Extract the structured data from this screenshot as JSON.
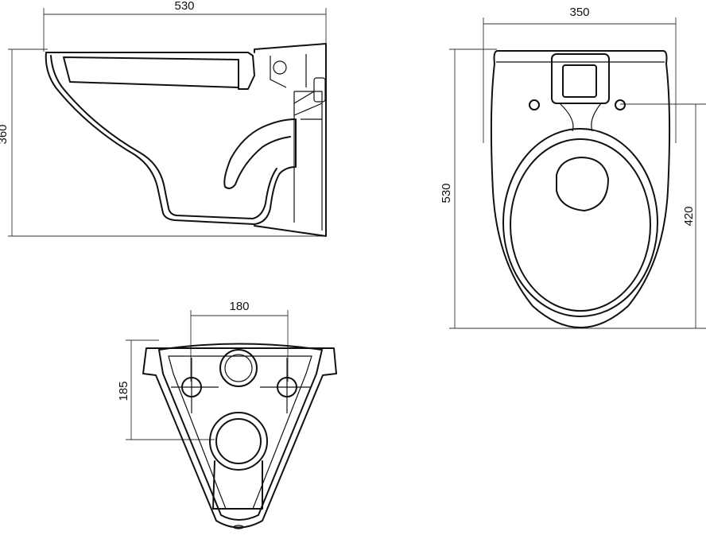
{
  "side_view": {
    "width_label": "530",
    "height_label": "360"
  },
  "top_view": {
    "width_label": "350",
    "length_label": "530",
    "hole_to_front_label": "420"
  },
  "rear_view": {
    "mount_spacing_label": "180",
    "mount_height_label": "185"
  },
  "colors": {
    "line": "#111111",
    "background": "#ffffff"
  }
}
